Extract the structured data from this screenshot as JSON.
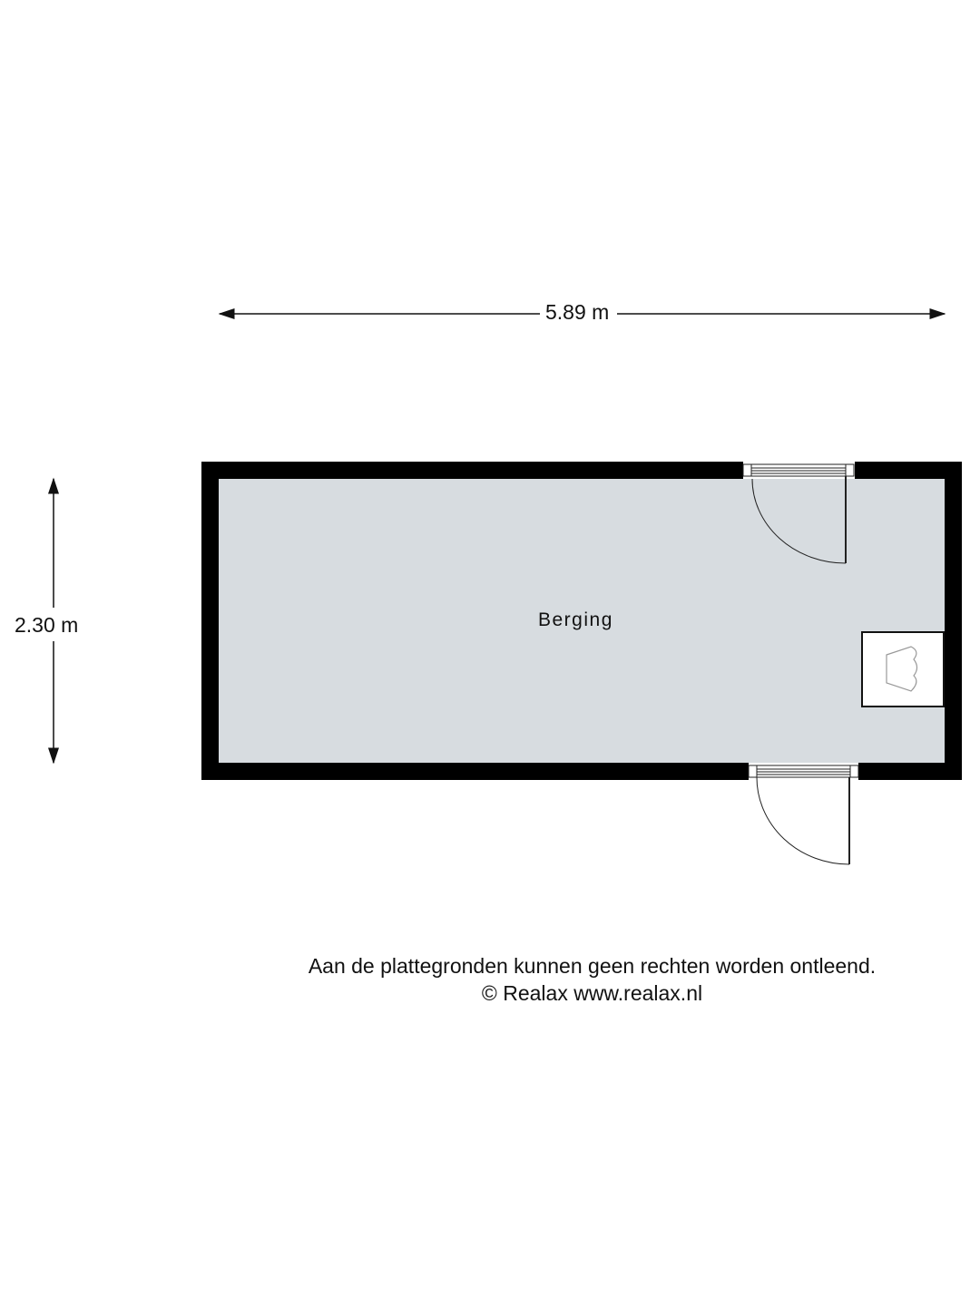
{
  "dimensions": {
    "width": "5.89 m",
    "height": "2.30 m"
  },
  "rooms": [
    {
      "name": "Berging"
    }
  ],
  "footer": {
    "disclaimer": "Aan de plattegronden kunnen geen rechten worden ontleend.",
    "copyright": "© Realax www.realax.nl"
  },
  "colors": {
    "floor": "#d7dce0",
    "wall": "#000000"
  }
}
